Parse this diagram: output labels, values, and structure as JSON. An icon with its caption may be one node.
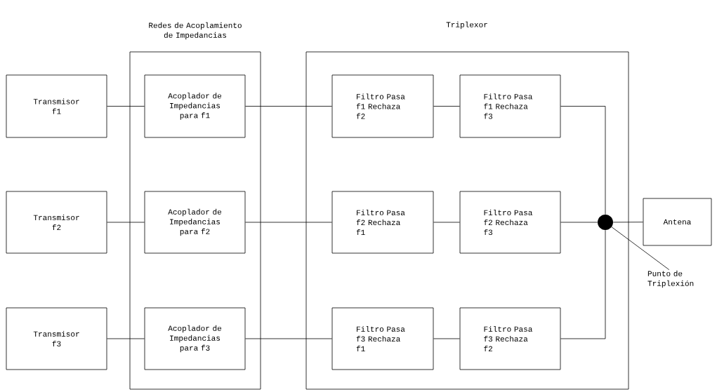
{
  "diagram": {
    "nodes": [
      {
        "text": [
          "Redes de Acoplamiento de Impedancias"
        ]
      },
      {
        "text": [
          "Triplexor"
        ]
      },
      {
        "text": [
          "Transmisor f1"
        ]
      },
      {
        "text": [
          "Transmisor f2"
        ]
      },
      {
        "text": [
          "Transmisor f3"
        ]
      },
      {
        "text": [
          "Acoplador de Impedancias para f1"
        ],
        "in": 0
      },
      {
        "text": [
          "Acoplador de Impedancias para f2"
        ],
        "in": 0
      },
      {
        "text": [
          "Acoplador de Impedancias para f3"
        ],
        "in": 0
      },
      {
        "text": [
          "Filtro Pasa f1 Rechaza f2"
        ],
        "in": 1
      },
      {
        "text": [
          "Filtro Pasa f1 Rechaza f3"
        ],
        "in": 1
      },
      {
        "text": [
          "Filtro Pasa f2 Rechaza f1"
        ],
        "in": 1
      },
      {
        "text": [
          "Filtro Pasa f2 Rechaza f3"
        ],
        "in": 1
      },
      {
        "text": [
          "Filtro Pasa f3 Rechaza f1"
        ],
        "in": 1
      },
      {
        "text": [
          "Filtro Pasa f3 Rechaza f2"
        ],
        "in": 1
      },
      {
        "text": [],
        "shape": "circle",
        "in": 1
      },
      {
        "text": [
          "Antena"
        ]
      },
      {
        "text": [
          "Punto de Triplexión"
        ]
      }
    ],
    "edges": [
      {
        "from": 2,
        "to": 5,
        "arrow": "none"
      },
      {
        "from": 5,
        "to": 8,
        "arrow": "none"
      },
      {
        "from": 8,
        "to": 9,
        "arrow": "none"
      },
      {
        "from": 9,
        "to": 14,
        "arrow": "none"
      },
      {
        "from": 3,
        "to": 6,
        "arrow": "none"
      },
      {
        "from": 6,
        "to": 10,
        "arrow": "none"
      },
      {
        "from": 10,
        "to": 11,
        "arrow": "none"
      },
      {
        "from": 11,
        "to": 14,
        "arrow": "none"
      },
      {
        "from": 4,
        "to": 7,
        "arrow": "none"
      },
      {
        "from": 7,
        "to": 12,
        "arrow": "none"
      },
      {
        "from": 12,
        "to": 13,
        "arrow": "none"
      },
      {
        "from": 13,
        "to": 14,
        "arrow": "none"
      },
      {
        "from": 14,
        "to": 15,
        "arrow": "none"
      },
      {
        "from": 16,
        "to": 14,
        "arrow": "none"
      }
    ]
  }
}
